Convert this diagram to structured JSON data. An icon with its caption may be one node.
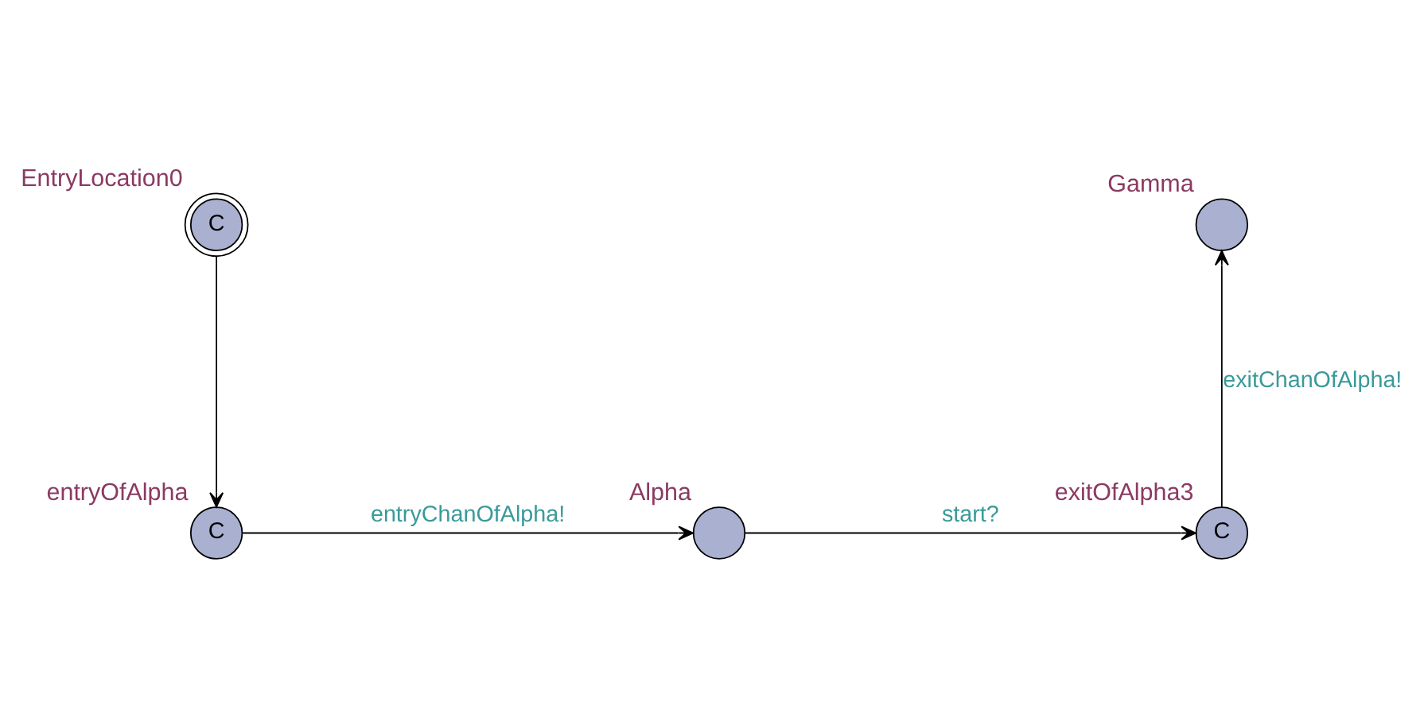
{
  "diagram": {
    "nodes": [
      {
        "text": [
          "C"
        ],
        "beside": [
          "EntryLocation0"
        ]
      },
      {
        "text": [
          "C"
        ],
        "beside": [
          "entryOfAlpha"
        ]
      },
      {
        "text": [],
        "shape": "circle",
        "beside": [
          "Alpha"
        ]
      },
      {
        "text": [
          "C"
        ],
        "beside": [
          "exitOfAlpha3"
        ]
      },
      {
        "text": [],
        "shape": "circle",
        "beside": [
          "Gamma"
        ]
      }
    ],
    "edges": [
      {
        "from": 0,
        "to": 1,
        "arrow": "to"
      },
      {
        "from": 1,
        "to": 2,
        "arrow": "to",
        "label": "entryChanOfAlpha!"
      },
      {
        "from": 2,
        "to": 3,
        "arrow": "to",
        "label": "start?"
      },
      {
        "from": 3,
        "to": 4,
        "arrow": "to",
        "label": "exitChanOfAlpha!"
      }
    ]
  }
}
